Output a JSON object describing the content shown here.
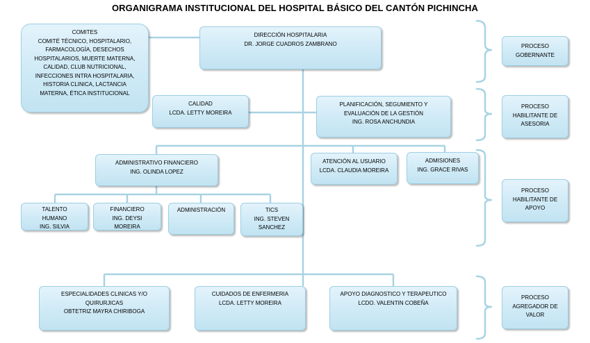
{
  "title": "ORGANIGRAMA INSTITUCIONAL DEL HOSPITAL BÁSICO DEL CANTÓN PICHINCHA",
  "nodes": {
    "comites": [
      "COMITES",
      "COMITÉ  TÉCNICO, HOSPITALARIO,",
      "FARMACOLOGÍA, DESECHOS",
      "HOSPITALARIOS, MUERTE MATERNA,",
      "CALIDAD, CLUB NUTRICIONAL,",
      "INFECCIONES INTRA HOSPITALARIA,",
      "HISTORIA CLINICA, LACTANCIA",
      "MATERNA, ÉTICA INSTITUCIONAL"
    ],
    "direccion": [
      "DIRECCIÓN HOSPITALARIA",
      "DR. JORGE  CUADROS ZAMBRANO"
    ],
    "calidad": [
      "CALIDAD",
      "LCDA. LETTY MOREIRA"
    ],
    "planificacion": [
      "PLANIFICACIÓN, SEGUMIENTO Y",
      "EVALUACIÓN DE LA GESTIÓN",
      "ING. ROSA ANCHUNDIA"
    ],
    "administrativo": [
      "ADMINISTRATIVO FINANCIERO",
      "ING. OLINDA LOPEZ"
    ],
    "atencion": [
      "ATENCIÓN AL USUARIO",
      "LCDA. CLAUDIA MOREIRA"
    ],
    "admisiones": [
      "ADMISIONES",
      "ING. GRACE RIVAS"
    ],
    "talento": [
      "TALENTO",
      "HUMANO",
      "ING. SILVIA"
    ],
    "financiero": [
      "FINANCIERO",
      "ING. DEYSI",
      "MOREIRA"
    ],
    "administracion": [
      "ADMINISTRACIÓN"
    ],
    "tics": [
      "TICS",
      "ING. STEVEN",
      "SANCHEZ"
    ],
    "especialidades": [
      "ESPECIALIDADES CLINICAS Y/O",
      "QUIRURJICAS",
      "OBTETRIZ MAYRA CHIRIBOGA"
    ],
    "cuidados": [
      "CUIDADOS DE ENFERMERIA",
      "LCDA. LETTY MOREIRA"
    ],
    "apoyo_dx": [
      "APOYO DIAGNOSTICO Y TERAPEUTICO",
      "LCDO. VALENTIN COBEÑA"
    ]
  },
  "processes": {
    "gobernante": [
      "PROCESO",
      "GOBERNANTE"
    ],
    "asesoria": [
      "PROCESO",
      "HABILITANTE DE",
      "ASESORIA"
    ],
    "apoyo": [
      "PROCESO",
      "HABILITANTE DE",
      "APOYO"
    ],
    "agregador": [
      "PROCESO",
      "AGREGADOR DE",
      "VALOR"
    ]
  },
  "colors": {
    "connector": "#a8d3e3",
    "box_border": "#9ccfe3",
    "box_fill": "#cfeaf6"
  }
}
